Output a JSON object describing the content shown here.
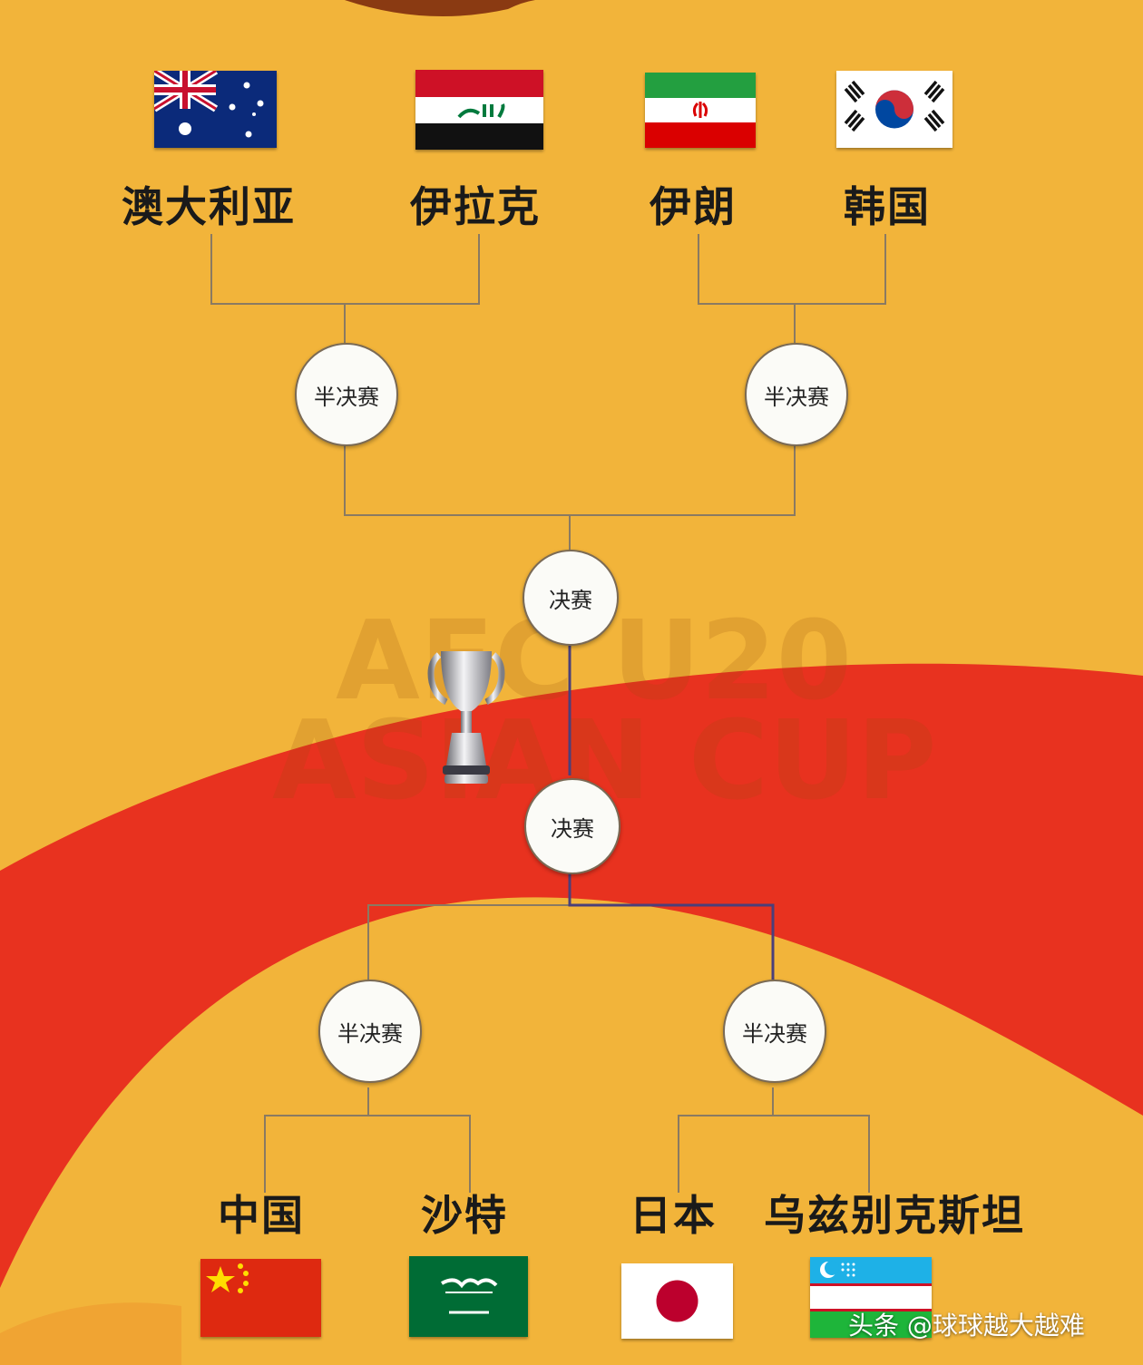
{
  "watermark": {
    "line1": "AFC U20",
    "line2": "ASIAN CUP"
  },
  "teams_top": [
    {
      "name": "澳大利亚",
      "flag": "australia-flag"
    },
    {
      "name": "伊拉克",
      "flag": "iraq-flag"
    },
    {
      "name": "伊朗",
      "flag": "iran-flag"
    },
    {
      "name": "韩国",
      "flag": "south-korea-flag"
    }
  ],
  "teams_bottom": [
    {
      "name": "中国",
      "flag": "china-flag"
    },
    {
      "name": "沙特",
      "flag": "saudi-arabia-flag"
    },
    {
      "name": "日本",
      "flag": "japan-flag"
    },
    {
      "name": "乌兹别克斯坦",
      "flag": "uzbekistan-flag"
    }
  ],
  "nodes": {
    "semi_top_left": "半决赛",
    "semi_top_right": "半决赛",
    "final_top": "决赛",
    "final_bottom": "决赛",
    "semi_bottom_left": "半决赛",
    "semi_bottom_right": "半决赛"
  },
  "credit": "头条 @球球越大越难",
  "colors": {
    "background": "#f2b43a",
    "red_band": "#e8321f",
    "line": "#8a7a62"
  }
}
